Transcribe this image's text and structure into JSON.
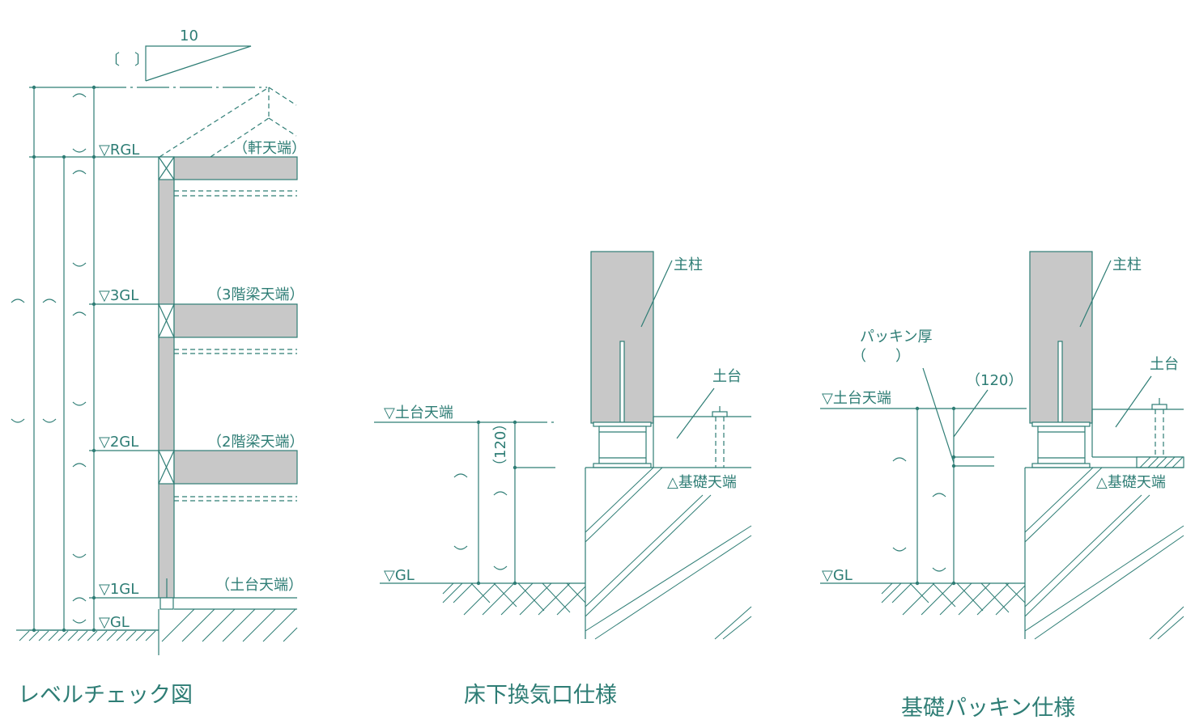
{
  "slope": {
    "run": "10",
    "rise": "〔　〕"
  },
  "level_chart": {
    "title": "レベルチェック図",
    "levels": {
      "rgl": "▽RGL",
      "gl3": "▽3GL",
      "gl2": "▽2GL",
      "gl1": "▽1GL",
      "gl": "▽GL"
    },
    "notes": {
      "eave": "（軒天端）",
      "beam3": "（3階梁天端）",
      "beam2": "（2階梁天端）",
      "sill": "（土台天端）"
    }
  },
  "vent": {
    "title": "床下換気口仕様",
    "main_post": "主柱",
    "sill": "土台",
    "sill_top": "▽土台天端",
    "foundation_top": "△基礎天端",
    "gl": "▽GL",
    "dim": "（120）"
  },
  "packing": {
    "title": "基礎パッキン仕様",
    "main_post": "主柱",
    "sill": "土台",
    "packing_thickness": "パッキン厚",
    "packing_value": "（　　）",
    "dim": "（120）",
    "sill_top": "▽土台天端",
    "foundation_top": "△基礎天端",
    "gl": "▽GL"
  }
}
